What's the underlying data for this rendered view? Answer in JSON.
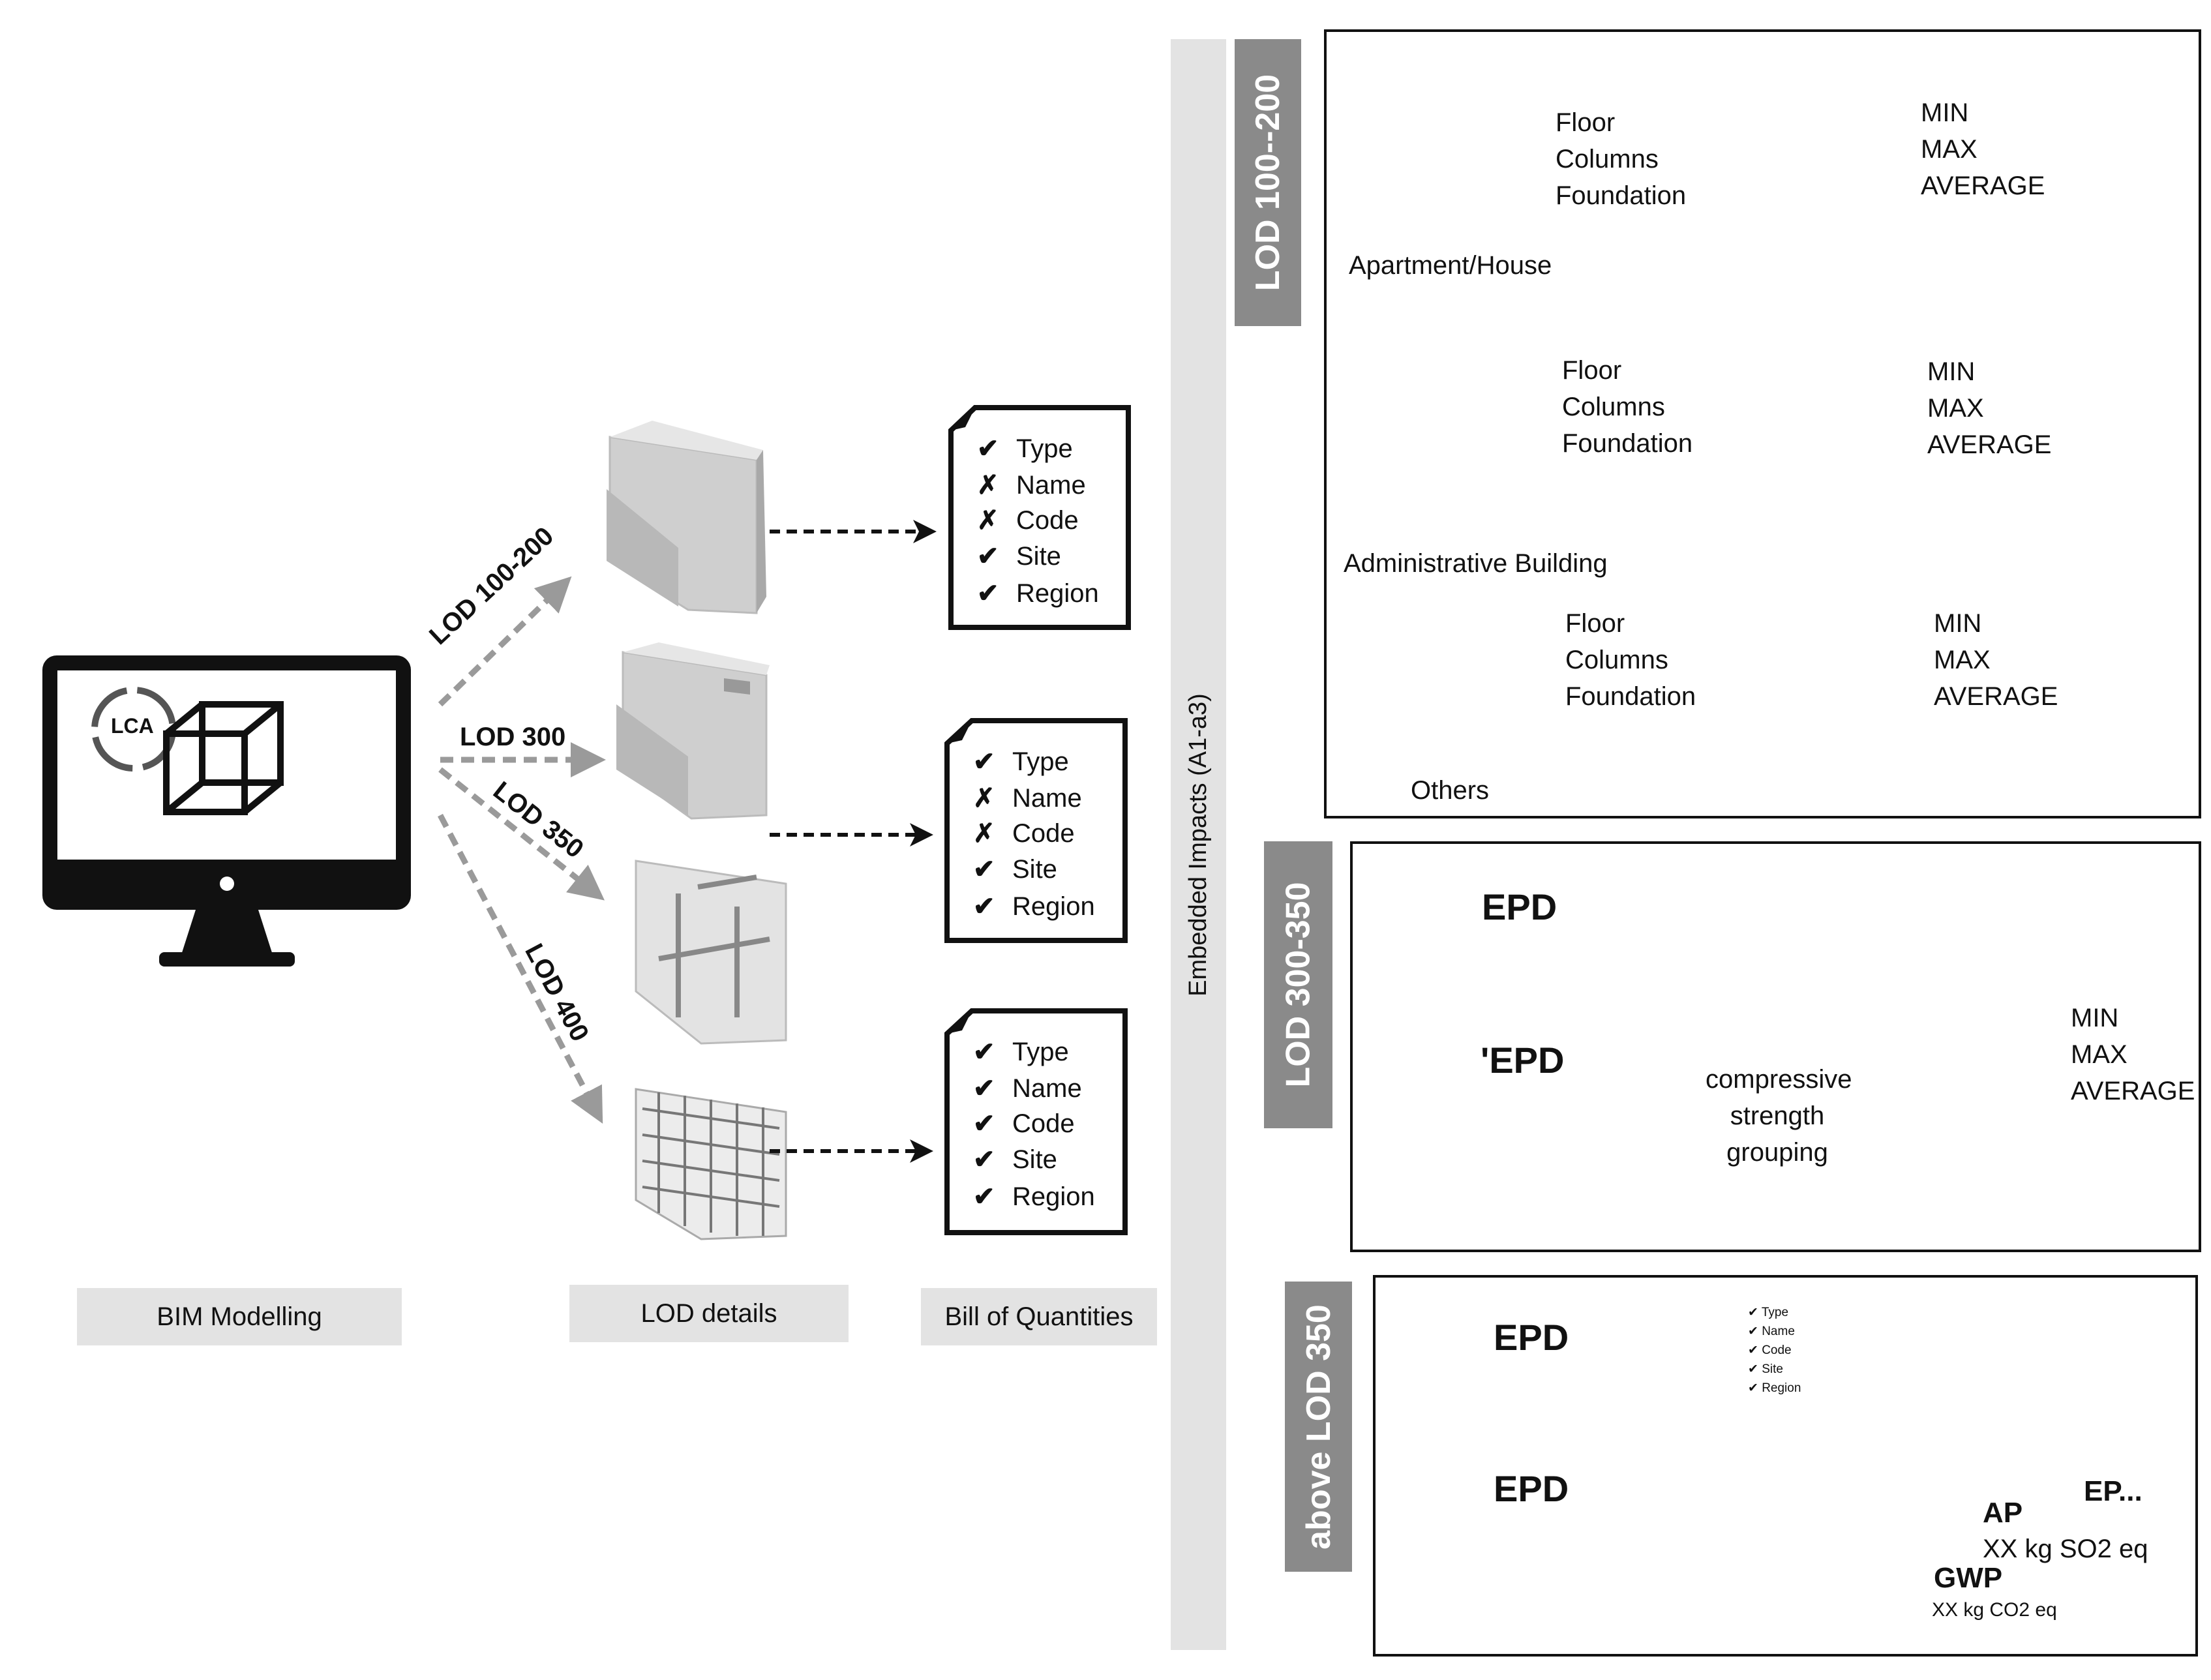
{
  "bottom_labels": {
    "bim": "BIM Modelling",
    "lod": "LOD details",
    "boq": "Bill of Quantities"
  },
  "monitor": {
    "lca": "LCA"
  },
  "lod_arrows": [
    "LOD 100-200",
    "LOD 300",
    "LOD 350",
    "LOD 400"
  ],
  "boq_lists": [
    {
      "rows": [
        {
          "mark": "✔",
          "text": "Type"
        },
        {
          "mark": "✗",
          "text": "Name"
        },
        {
          "mark": "✗",
          "text": "Code"
        },
        {
          "mark": "✔",
          "text": "Site"
        },
        {
          "mark": "✔",
          "text": "Region"
        }
      ]
    },
    {
      "rows": [
        {
          "mark": "✔",
          "text": "Type"
        },
        {
          "mark": "✗",
          "text": "Name"
        },
        {
          "mark": "✗",
          "text": "Code"
        },
        {
          "mark": "✔",
          "text": "Site"
        },
        {
          "mark": "✔",
          "text": "Region"
        }
      ]
    },
    {
      "rows": [
        {
          "mark": "✔",
          "text": "Type"
        },
        {
          "mark": "✔",
          "text": "Name"
        },
        {
          "mark": "✔",
          "text": "Code"
        },
        {
          "mark": "✔",
          "text": "Site"
        },
        {
          "mark": "✔",
          "text": "Region"
        }
      ]
    }
  ],
  "vertical_bar": "Embedded Impacts (A1-a3)",
  "section1": {
    "header": "LOD 100--200",
    "buildings": [
      {
        "label": "Apartment/House",
        "items": [
          "Floor",
          "Columns",
          "Foundation"
        ],
        "stats": [
          "MIN",
          "MAX",
          "AVERAGE"
        ]
      },
      {
        "label": "Administrative Building",
        "items": [
          "Floor",
          "Columns",
          "Foundation"
        ],
        "stats": [
          "MIN",
          "MAX",
          "AVERAGE"
        ]
      },
      {
        "label": "Others",
        "items": [
          "Floor",
          "Columns",
          "Foundation"
        ],
        "stats": [
          "MIN",
          "MAX",
          "AVERAGE"
        ]
      }
    ]
  },
  "section2": {
    "header": "LOD 300-350",
    "epd": [
      "EPD",
      "'EPD"
    ],
    "grouping": [
      "compressive",
      "strength",
      "grouping"
    ],
    "stats": [
      "MIN",
      "MAX",
      "AVERAGE"
    ]
  },
  "section3": {
    "header": "above LOD 350",
    "epd": [
      "EPD",
      "EPD"
    ],
    "mini_list": [
      "Type",
      "Name",
      "Code",
      "Site",
      "Region"
    ],
    "gwp": "GWP",
    "gwp_value": "XX kg CO2 eq",
    "ap": "AP",
    "ap_value": "XX kg SO2 eq",
    "ep": "EP..."
  },
  "colors": {
    "header_gray": "#8a8a8a",
    "label_gray": "#e3e3e3",
    "arrow_gray": "#9a9a9a"
  }
}
